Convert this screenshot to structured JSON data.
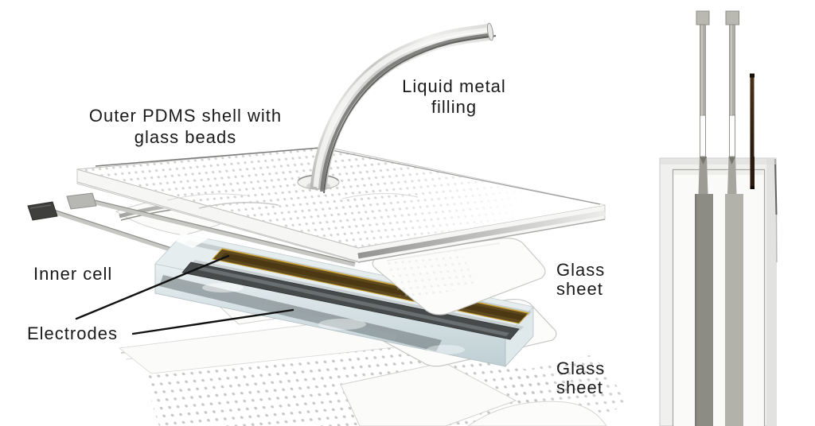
{
  "labels": {
    "outer_shell_line1": "Outer PDMS shell with",
    "outer_shell_line2": "glass beads",
    "liquid_metal_line1": "Liquid metal",
    "liquid_metal_line2": "filling",
    "inner_cell": "Inner cell",
    "electrodes": "Electrodes",
    "glass_sheet_upper_line1": "Glass",
    "glass_sheet_upper_line2": "sheet",
    "glass_sheet_lower_line1": "Glass",
    "glass_sheet_lower_line2": "sheet"
  },
  "colors": {
    "background": "#ffffff",
    "text": "#1a1a1a",
    "leader_line": "#111111",
    "gold_electrode": "#5f4a1d",
    "gold_edge": "#caa032",
    "dark_electrode": "#474a4a",
    "inner_cell_glass": "#e6edee",
    "panel_stripe_left": "#8c8c85",
    "panel_stripe_right": "#b2b2aa",
    "wire_brown": "#2a1a10",
    "pad_dark": "#3f3f3e",
    "pad_light": "#b7b7b3"
  }
}
